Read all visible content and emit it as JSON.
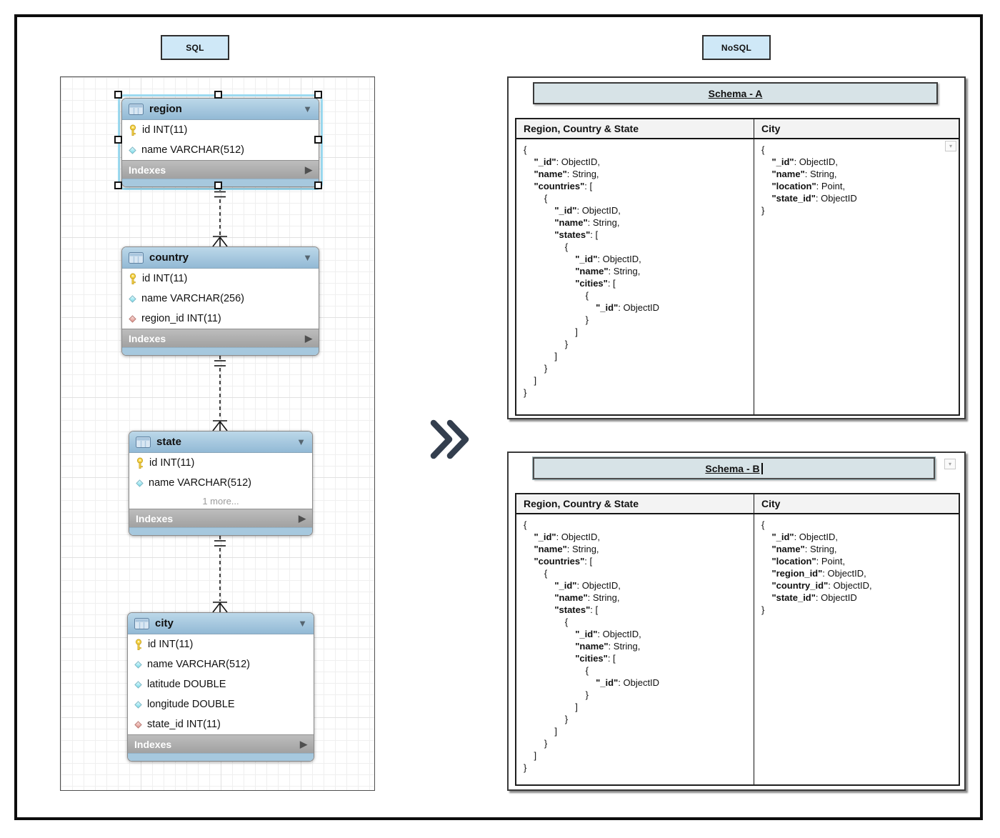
{
  "labels": {
    "sql": "SQL",
    "nosql": "NoSQL"
  },
  "colors": {
    "erd_header_blue": "#9cc0da",
    "erd_footer_blue": "#a6c8de",
    "indexes_gray": "#a9a9a9",
    "selection_cyan": "#9edcf2",
    "label_blue": "#cfe8f7",
    "schema_title_bg": "#d7e3e7",
    "chevron_slate": "#333e4e"
  },
  "icons": {
    "table": "table-grid-icon",
    "primary_key": "yellow-key-icon",
    "column": "cyan-diamond-icon",
    "foreign_key": "red-diamond-icon",
    "collapse": "triangle-down-icon",
    "expand": "triangle-right-icon",
    "dropdown": "dropdown-caret-icon"
  },
  "erd": {
    "tables": [
      {
        "name": "region",
        "selected": true,
        "indexes": "Indexes",
        "fields": [
          {
            "icon": "primary_key",
            "text": "id INT(11)"
          },
          {
            "icon": "column",
            "text": "name VARCHAR(512)"
          }
        ]
      },
      {
        "name": "country",
        "selected": false,
        "indexes": "Indexes",
        "fields": [
          {
            "icon": "primary_key",
            "text": "id INT(11)"
          },
          {
            "icon": "column",
            "text": "name VARCHAR(256)"
          },
          {
            "icon": "foreign_key",
            "text": "region_id INT(11)"
          }
        ]
      },
      {
        "name": "state",
        "selected": false,
        "indexes": "Indexes",
        "more": "1 more...",
        "fields": [
          {
            "icon": "primary_key",
            "text": "id INT(11)"
          },
          {
            "icon": "column",
            "text": "name VARCHAR(512)"
          }
        ]
      },
      {
        "name": "city",
        "selected": false,
        "indexes": "Indexes",
        "fields": [
          {
            "icon": "primary_key",
            "text": "id INT(11)"
          },
          {
            "icon": "column",
            "text": "name VARCHAR(512)"
          },
          {
            "icon": "column",
            "text": "latitude DOUBLE"
          },
          {
            "icon": "column",
            "text": "longitude DOUBLE"
          },
          {
            "icon": "foreign_key",
            "text": "state_id INT(11)"
          }
        ]
      }
    ],
    "relationships": [
      {
        "from": "region",
        "to": "country",
        "cardinality": "one-to-many"
      },
      {
        "from": "country",
        "to": "state",
        "cardinality": "one-to-many"
      },
      {
        "from": "state",
        "to": "city",
        "cardinality": "one-to-many"
      }
    ]
  },
  "schemas": [
    {
      "title": "Schema - A",
      "columns": [
        {
          "header": "Region, Country & State",
          "code": [
            "{",
            "    \"_id\": ObjectID,",
            "    \"name\": String,",
            "    \"countries\": [",
            "        {",
            "            \"_id\": ObjectID,",
            "            \"name\": String,",
            "            \"states\": [",
            "                {",
            "                    \"_id\": ObjectID,",
            "                    \"name\": String,",
            "                    \"cities\": [",
            "                        {",
            "                            \"_id\": ObjectID",
            "                        }",
            "                    ]",
            "                }",
            "            ]",
            "        }",
            "    ]",
            "}"
          ]
        },
        {
          "header": "City",
          "code": [
            "{",
            "    \"_id\": ObjectID,",
            "    \"name\": String,",
            "    \"location\": Point,",
            "    \"state_id\": ObjectID",
            "}"
          ]
        }
      ]
    },
    {
      "title": "Schema - B",
      "editing": true,
      "columns": [
        {
          "header": "Region, Country & State",
          "code": [
            "{",
            "    \"_id\": ObjectID,",
            "    \"name\": String,",
            "    \"countries\": [",
            "        {",
            "            \"_id\": ObjectID,",
            "            \"name\": String,",
            "            \"states\": [",
            "                {",
            "                    \"_id\": ObjectID,",
            "                    \"name\": String,",
            "                    \"cities\": [",
            "                        {",
            "                            \"_id\": ObjectID",
            "                        }",
            "                    ]",
            "                }",
            "            ]",
            "        }",
            "    ]",
            "}"
          ]
        },
        {
          "header": "City",
          "code": [
            "{",
            "    \"_id\": ObjectID,",
            "    \"name\": String,",
            "    \"location\": Point,",
            "    \"region_id\": ObjectID,",
            "    \"country_id\": ObjectID,",
            "    \"state_id\": ObjectID",
            "}"
          ]
        }
      ]
    }
  ]
}
